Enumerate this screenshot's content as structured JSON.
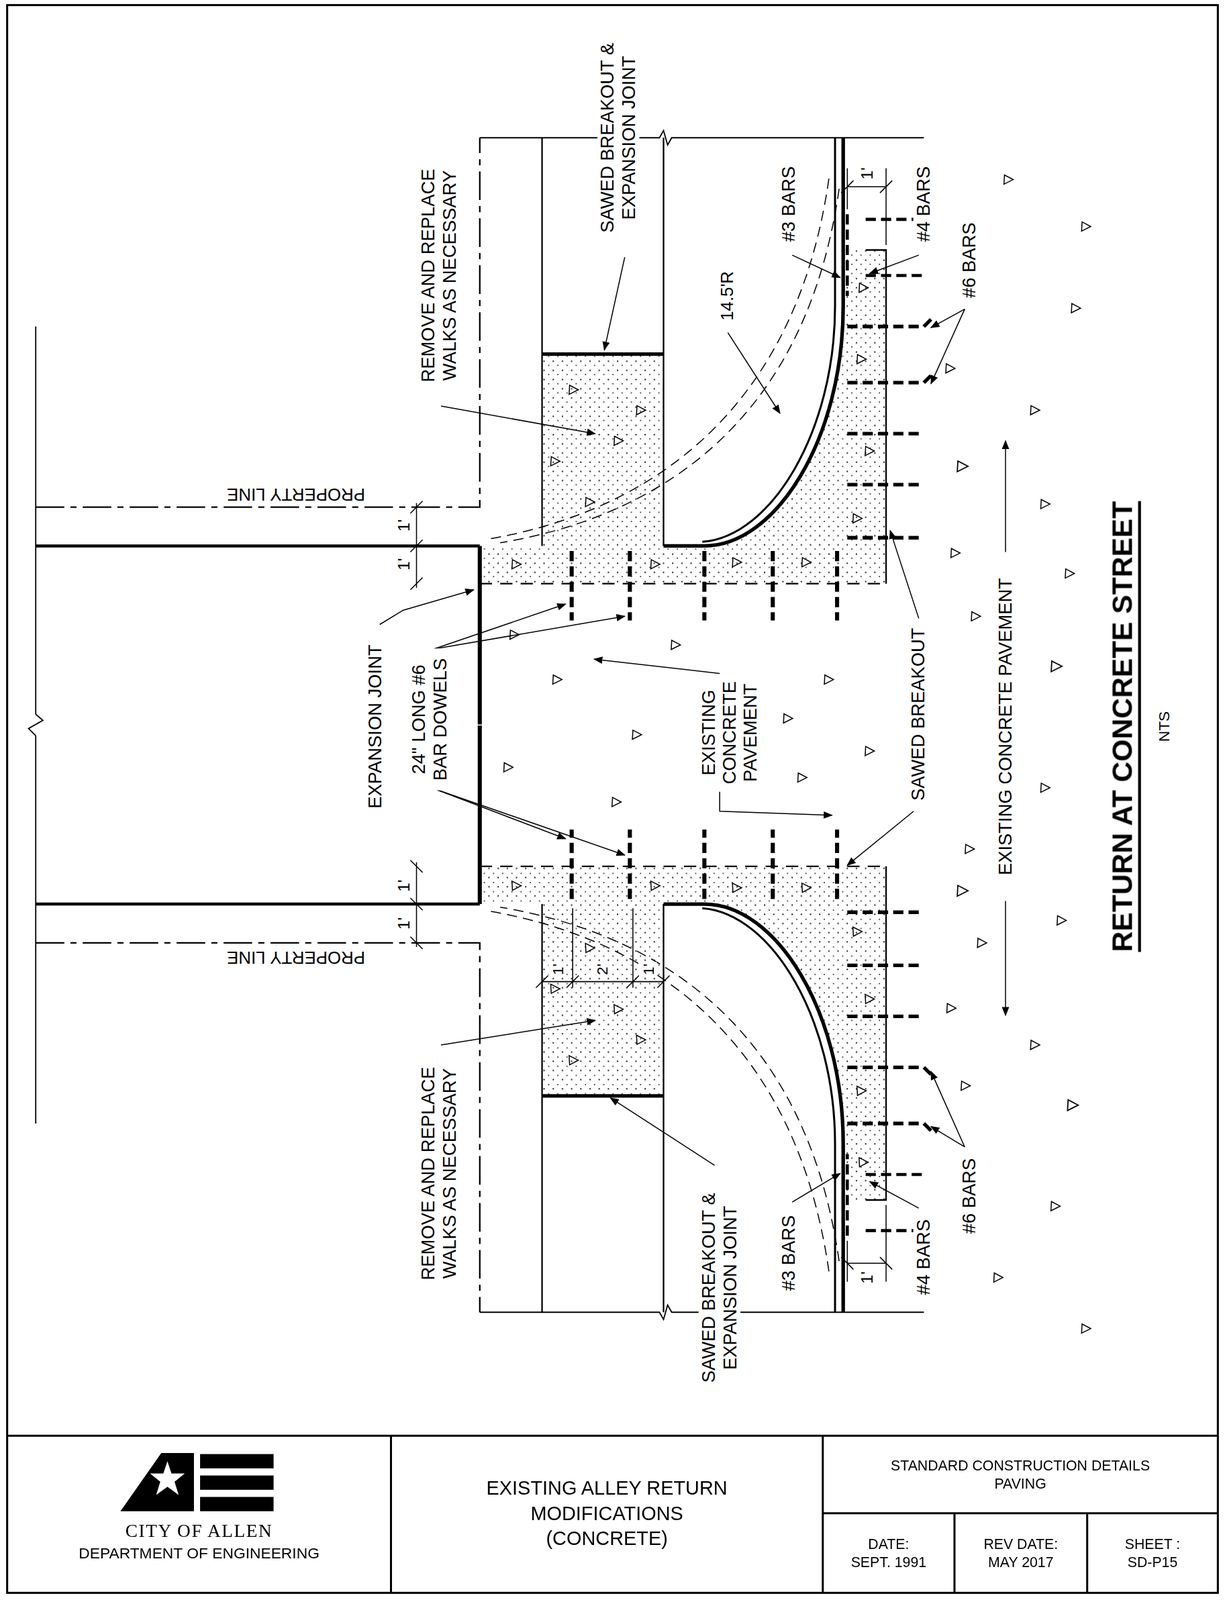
{
  "diagram": {
    "title": "RETURN AT CONCRETE STREET",
    "nodes": [
      {
        "text": [
          "CITY OF ALLEN",
          "DEPARTMENT OF ENGINEERING"
        ]
      },
      {
        "text": [
          "EXISTING ALLEY RETURN MODIFICATIONS (CONCRETE)"
        ]
      },
      {
        "text": [
          "STANDARD CONSTRUCTION DETAILS PAVING"
        ]
      },
      {
        "text": [
          "DATE: SEPT. 1991"
        ]
      },
      {
        "text": [
          "REV DATE: MAY 2017"
        ]
      },
      {
        "text": [
          "SHEET : SD-P15"
        ]
      }
    ],
    "labels": [
      "REMOVE AND REPLACE WALKS AS NECESSARY",
      "SAWED BREAKOUT & EXPANSION JOINT",
      "#3 BARS",
      "1'",
      "#4 BARS",
      "#6 BARS",
      "14.5'R",
      "PROPERTY LINE",
      "1'",
      "1'",
      "EXPANSION JOINT",
      "24\" LONG #6 BAR DOWELS",
      "EXISTING CONCRETE PAVEMENT",
      "SAWED BREAKOUT",
      "EXISTING CONCRETE PAVEMENT",
      "1'",
      "1'",
      "PROPERTY LINE",
      "1'",
      "2'",
      "1'",
      "REMOVE AND REPLACE WALKS AS NECESSARY",
      "SAWED BREAKOUT & EXPANSION JOINT",
      "#3 BARS",
      "#6 BARS",
      "1'",
      "#4 BARS",
      "NTS"
    ]
  }
}
